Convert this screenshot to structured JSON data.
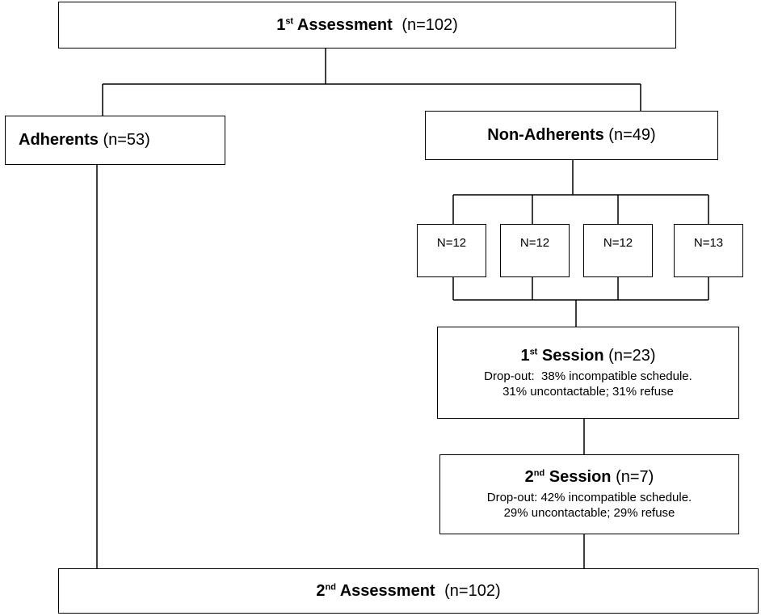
{
  "nodes": {
    "first_assessment": {
      "label": "1",
      "sup": "st",
      "label_rest": " Assessment",
      "count": "(n=102)"
    },
    "adherents": {
      "label": "Adherents",
      "count": " (n=53)"
    },
    "non_adherents": {
      "label": "Non-Adherents",
      "count": " (n=49)"
    },
    "subgroups": [
      "N=12",
      "N=12",
      "N=12",
      "N=13"
    ],
    "first_session": {
      "label": "1",
      "sup": "st",
      "label_rest": " Session",
      "count": " (n=23)",
      "line1": "Drop-out:  38% incompatible schedule.",
      "line2": "31% uncontactable; 31% refuse"
    },
    "second_session": {
      "label": "2",
      "sup": "nd",
      "label_rest": " Session",
      "count": " (n=7)",
      "line1": "Drop-out: 42% incompatible schedule.",
      "line2": "29% uncontactable; 29% refuse"
    },
    "second_assessment": {
      "label": "2",
      "sup": "nd",
      "label_rest": " Assessment",
      "count": "(n=102)"
    }
  },
  "colors": {
    "line": "#000000",
    "box_fill": "#ffffff"
  }
}
